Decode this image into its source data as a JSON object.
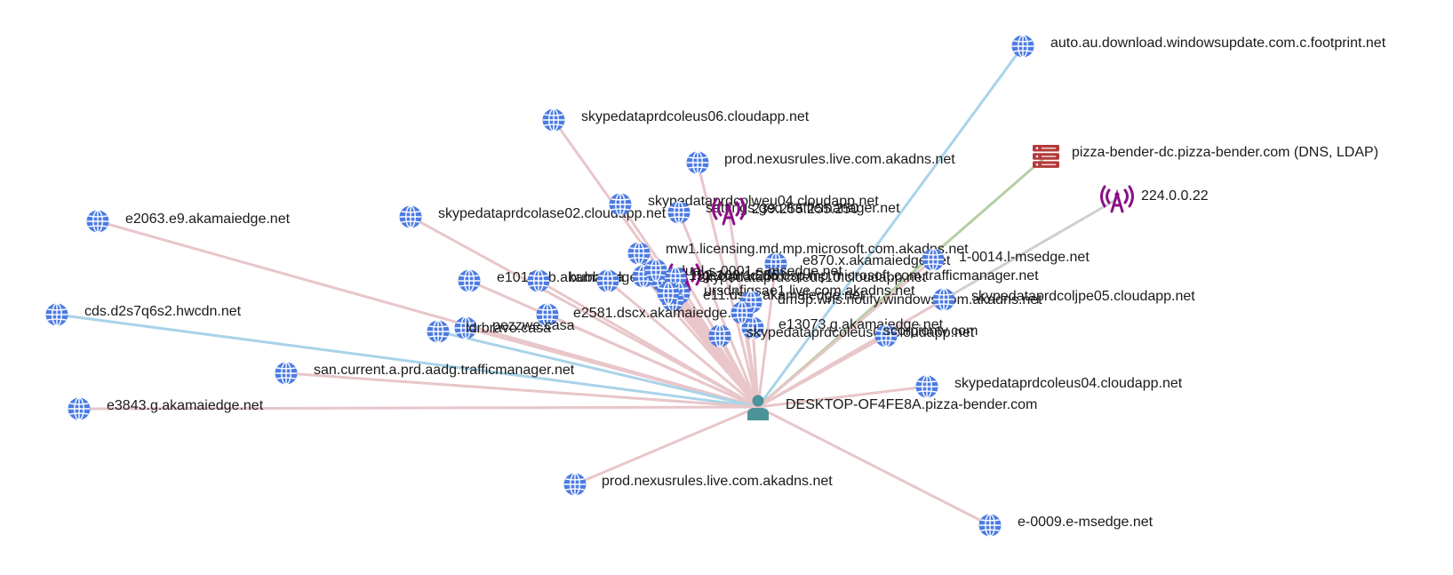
{
  "legend_colors": {
    "default": "#e8c6c9",
    "windows_update": "#a9d3e9",
    "dns_ldap": "#b4cfa4",
    "multicast": "#cfcfcf",
    "globe": "#4c7be3",
    "server": "#b33a3a",
    "broadcast": "#8b0f88",
    "host": "#4b9299"
  },
  "center": {
    "label": "DESKTOP-OF4FE8A.pizza-bender.com",
    "icon": "user-icon"
  },
  "nodes": [
    {
      "id": "n1",
      "icon": "globe-icon",
      "label": "auto.au.download.windowsupdate.com.c.footprint.net",
      "edge": "windows_update"
    },
    {
      "id": "n2",
      "icon": "server-icon",
      "label": "pizza-bender-dc.pizza-bender.com (DNS, LDAP)",
      "edge": "dns_ldap"
    },
    {
      "id": "n3",
      "icon": "broadcast-icon",
      "label": "224.0.0.22",
      "edge": "multicast"
    },
    {
      "id": "n4",
      "icon": "globe-icon",
      "label": "skypedataprdcoleus06.cloudapp.net",
      "edge": "default"
    },
    {
      "id": "n5",
      "icon": "globe-icon",
      "label": "prod.nexusrules.live.com.akadns.net",
      "edge": "default"
    },
    {
      "id": "n6",
      "icon": "globe-icon",
      "label": "e2063.e9.akamaiedge.net",
      "edge": "default"
    },
    {
      "id": "n7",
      "icon": "globe-icon",
      "label": "skypedataprdcolase02.cloudapp.net",
      "edge": "default"
    },
    {
      "id": "n8",
      "icon": "globe-icon",
      "label": "skypedataprdcolweu04.cloudapp.net",
      "edge": "default"
    },
    {
      "id": "n9",
      "icon": "globe-icon",
      "label": "settings.geo.trafficmanager.net",
      "edge": "default"
    },
    {
      "id": "n10",
      "icon": "broadcast-icon",
      "label": "239.255.255.250",
      "edge": "default"
    },
    {
      "id": "n11",
      "icon": "globe-icon",
      "label": "mw1.licensing.md.mp.microsoft.com.akadns.net",
      "edge": "default"
    },
    {
      "id": "n12",
      "icon": "globe-icon",
      "label": "e870.x.akamaiedge.net",
      "edge": "default"
    },
    {
      "id": "n13",
      "icon": "globe-icon",
      "label": "1-0014.l-msedge.net",
      "edge": "default"
    },
    {
      "id": "n14",
      "icon": "globe-icon",
      "label": "e10198.b.akamaiedge.net",
      "edge": "default"
    },
    {
      "id": "n15",
      "icon": "globe-icon",
      "label": "bubbhaa",
      "edge": "default"
    },
    {
      "id": "n16",
      "icon": "broadcast-icon",
      "label": "192.168.1.255",
      "edge": "default"
    },
    {
      "id": "n17",
      "icon": "globe-icon",
      "label": "dual-s-0001.s-msedge.net",
      "edge": "default"
    },
    {
      "id": "n18",
      "icon": "globe-icon",
      "label": "skypedataprdcoleus10.cloudapp.net",
      "edge": "default"
    },
    {
      "id": "n19",
      "icon": "globe-icon",
      "label": "geo.prod.do.dsp.mp.microsoft.com.trafficmanager.net",
      "edge": "default"
    },
    {
      "id": "n20",
      "icon": "globe-icon",
      "label": "ursdnfigsae1.live.com.akadns.net",
      "edge": "default"
    },
    {
      "id": "n21",
      "icon": "globe-icon",
      "label": "e11.dscx.akamaiedge.net",
      "edge": "default"
    },
    {
      "id": "n22",
      "icon": "globe-icon",
      "label": "dm3p.wns.notify.windows.com.akadns.net",
      "edge": "default"
    },
    {
      "id": "n23",
      "icon": "globe-icon",
      "label": "skypedataprdcoljpe05.cloudapp.net",
      "edge": "default"
    },
    {
      "id": "n24",
      "icon": "globe-icon",
      "label": "cds.d2s7q6s2.hwcdn.net",
      "edge": "windows_update"
    },
    {
      "id": "n25",
      "icon": "globe-icon",
      "label": "e2581.dscx.akamaiedge.net",
      "edge": "default"
    },
    {
      "id": "n26",
      "icon": "globe-icon",
      "label": "pezzwe.casa",
      "edge": "default"
    },
    {
      "id": "n27",
      "icon": "globe-icon",
      "label": "ldrbravo.casa",
      "edge": "windows_update"
    },
    {
      "id": "n28",
      "icon": "globe-icon",
      "label": "e13073.g.akamaiedge.net",
      "edge": "default"
    },
    {
      "id": "n29",
      "icon": "globe-icon",
      "label": "skypedataprdcoleus02.cloudapp.net",
      "edge": "default"
    },
    {
      "id": "n30",
      "icon": "globe-icon",
      "label": "scorpiontv.com",
      "edge": "default"
    },
    {
      "id": "n31",
      "icon": "globe-icon",
      "label": "san.current.a.prd.aadg.trafficmanager.net",
      "edge": "default"
    },
    {
      "id": "n32",
      "icon": "globe-icon",
      "label": "skypedataprdcoleus04.cloudapp.net",
      "edge": "default"
    },
    {
      "id": "n33",
      "icon": "globe-icon",
      "label": "e3843.g.akamaiedge.net",
      "edge": "default"
    },
    {
      "id": "n34",
      "icon": "globe-icon",
      "label": "prod.nexusrules.live.com.akadns.net",
      "edge": "default"
    },
    {
      "id": "n35",
      "icon": "globe-icon",
      "label": "e-0009.e-msedge.net",
      "edge": "default"
    },
    {
      "id": "n36",
      "icon": "globe-icon",
      "label": "",
      "edge": "default"
    },
    {
      "id": "n37",
      "icon": "globe-icon",
      "label": "",
      "edge": "default"
    },
    {
      "id": "n38",
      "icon": "globe-icon",
      "label": "",
      "edge": "default"
    },
    {
      "id": "n39",
      "icon": "globe-icon",
      "label": "",
      "edge": "default"
    },
    {
      "id": "n40",
      "icon": "globe-icon",
      "label": "",
      "edge": "default"
    }
  ]
}
